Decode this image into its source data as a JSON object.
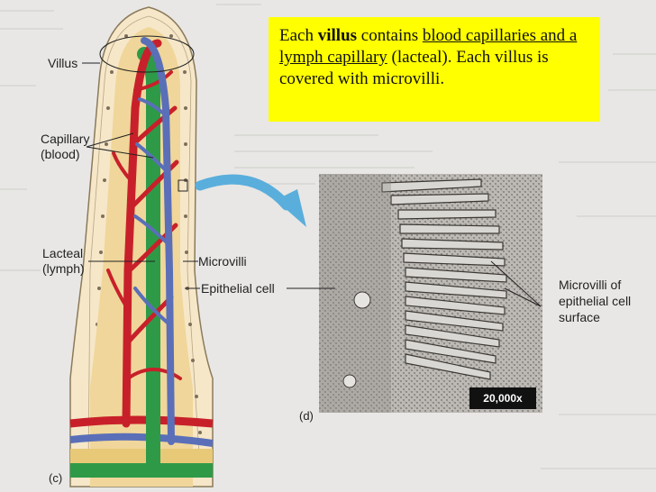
{
  "callout": {
    "part1": "Each ",
    "villus": "villus",
    "part2": " contains ",
    "underlined": "blood capillaries and a lymph capillary",
    "part3": " (lacteal).  Each villus is covered with microvilli."
  },
  "labels": {
    "villus": "Villus",
    "capillary_line1": "Capillary",
    "capillary_line2": "(blood)",
    "lacteal_line1": "Lacteal",
    "lacteal_line2": "(lymph)",
    "microvilli": "Microvilli",
    "epithelial_cell": "Epithelial cell",
    "microvilli_surface_line1": "Microvilli of",
    "microvilli_surface_line2": "epithelial cell",
    "microvilli_surface_line3": "surface",
    "magnification": "20,000x",
    "panel_d": "(d)",
    "panel_c": "(c)"
  },
  "colors": {
    "callout_bg": "#ffff00",
    "blood_capillary": "#c8202a",
    "vein": "#5a6fb8",
    "lacteal": "#2e9a48",
    "tissue": "#f2d99a",
    "arrow": "#5aaedc"
  }
}
